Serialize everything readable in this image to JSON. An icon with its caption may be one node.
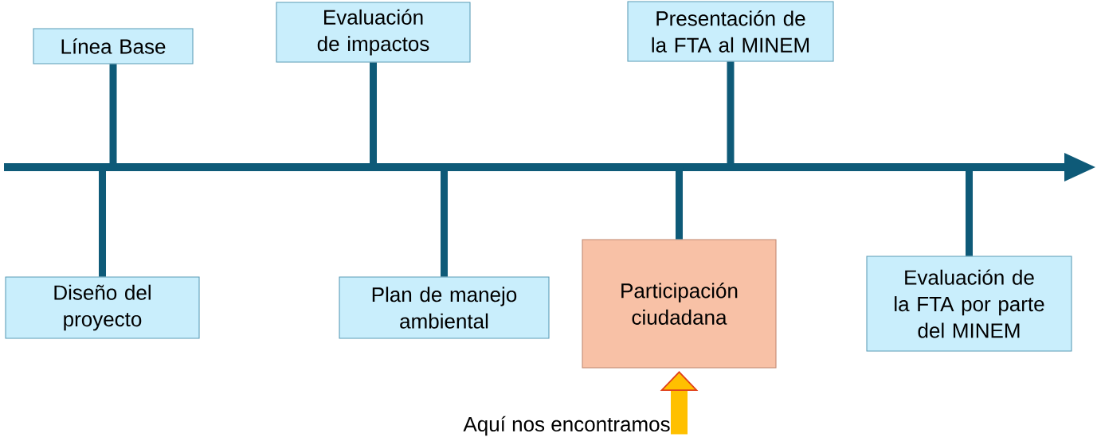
{
  "diagram": {
    "nodes": [
      {
        "text": [
          "Diseño del proyecto"
        ]
      },
      {
        "text": [
          "Línea Base"
        ]
      },
      {
        "text": [
          "Evaluación de impactos"
        ]
      },
      {
        "text": [
          "Plan de manejo ambiental"
        ]
      },
      {
        "text": [
          "Participación ciudadana"
        ]
      },
      {
        "text": [
          "Presentación de la FTA al MINEM"
        ]
      },
      {
        "text": [
          "Evaluación de la FTA por parte del MINEM"
        ]
      },
      {
        "text": [],
        "shape": "bar"
      },
      {
        "text": [
          "Aquí nos encontramos"
        ]
      }
    ],
    "edges": [
      {
        "from": 0,
        "to": 7,
        "arrow": "none"
      },
      {
        "from": 1,
        "to": 7,
        "arrow": "none"
      },
      {
        "from": 2,
        "to": 7,
        "arrow": "none"
      },
      {
        "from": 3,
        "to": 7,
        "arrow": "none"
      },
      {
        "from": 4,
        "to": 7,
        "arrow": "none"
      },
      {
        "from": 5,
        "to": 7,
        "arrow": "none"
      },
      {
        "from": 6,
        "to": 7,
        "arrow": "none"
      },
      {
        "from": 8,
        "to": 4,
        "arrow": "to",
        "style": "thick",
        "color": "#ffc000"
      }
    ]
  }
}
